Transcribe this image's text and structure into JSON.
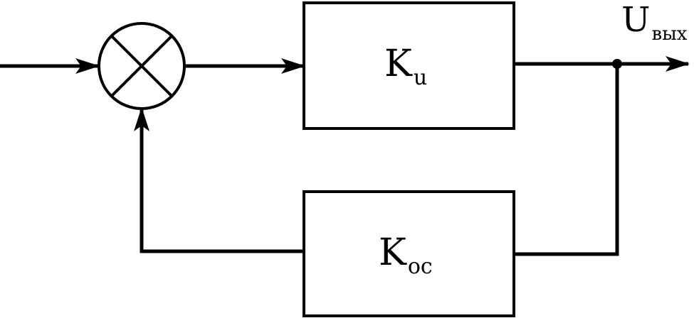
{
  "colors": {
    "stroke": "#000000",
    "background": "#ffffff"
  },
  "blocks": {
    "forward": {
      "main": "K",
      "sub": "u"
    },
    "feedback": {
      "main": "K",
      "sub": "oc"
    }
  },
  "output": {
    "main": "U",
    "sub": "вых"
  },
  "summing_junction": {
    "icon": "multiply-circle-icon"
  }
}
